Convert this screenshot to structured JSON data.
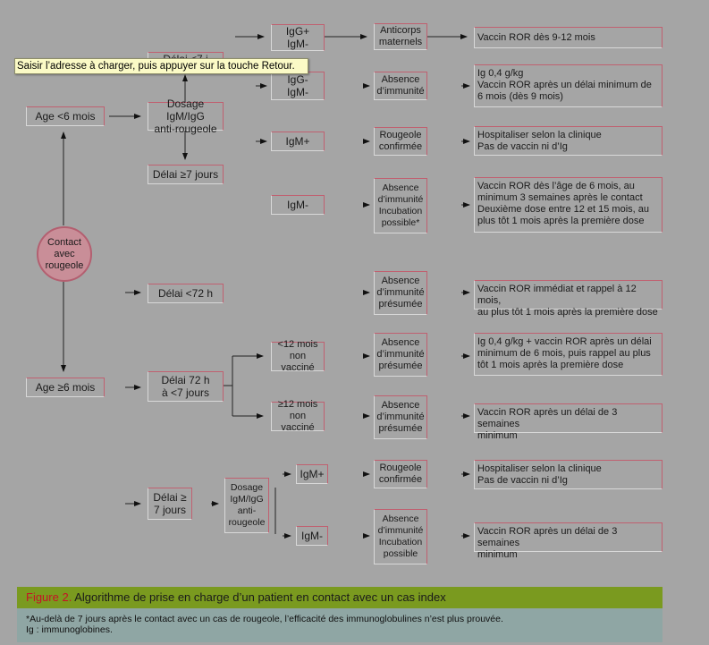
{
  "tooltip": "Saisir l’adresse à charger, puis appuyer sur la touche Retour.",
  "start": "Contact\navec\nrougeole",
  "age_lt6": "Age <6 mois",
  "age_ge6": "Age ≥6 mois",
  "delai_lt7_a": "Délai <7 j",
  "dosage_a": "Dosage IgM/IgG\nanti-rougeole",
  "delai_ge7_a": "Délai ≥7 jours",
  "igg_igm_neg": "IgG+\nIgM-",
  "igg_neg_igm_neg": "IgG-\nIgM-",
  "igm_pos_a": "IgM+",
  "igm_neg_a": "IgM-",
  "anticorps": "Anticorps\nmaternels",
  "absence1": "Absence\nd’immunité",
  "rougeole_conf_a": "Rougeole\nconfirmée",
  "absence_incub_a": "Absence\nd’immunité\nIncubation\npossible*",
  "r_vaccin_9_12": "Vaccin ROR dès 9-12 mois",
  "r_ig04": "Ig 0,4 g/kg\nVaccin ROR après un délai minimum de\n6 mois (dès 9 mois)",
  "r_hosp_a": "Hospitaliser selon la clinique\nPas de vaccin ni d’Ig",
  "r_vaccin_6m": "Vaccin ROR dès l’âge de 6 mois, au\nminimum 3 semaines après le contact\nDeuxième dose entre 12 et 15 mois, au\nplus tôt 1 mois après la première dose",
  "delai_lt72": "Délai <72 h",
  "absence_presumee_1": "Absence\nd’immunité\nprésumée",
  "r_immediat": "Vaccin ROR immédiat et rappel à 12 mois,\nau plus tôt 1 mois après la première dose",
  "delai_72_7": "Délai 72 h\nà <7 jours",
  "lt12_nv": "<12 mois\nnon vacciné",
  "ge12_nv": "≥12 mois\nnon vacciné",
  "absence_presumee_2": "Absence\nd’immunité\nprésumée",
  "absence_presumee_3": "Absence\nd’immunité\nprésumée",
  "r_ig_vaccin": "Ig 0,4 g/kg + vaccin ROR après un délai\nminimum de 6 mois, puis rappel au plus\ntôt 1 mois après la première dose",
  "r_3sem_a": "Vaccin ROR après un délai de 3 semaines\nminimum",
  "delai_ge7_b": "Délai ≥\n7 jours",
  "dosage_b": "Dosage\nIgM/IgG\nanti-\nrougeole",
  "igm_pos_b": "IgM+",
  "igm_neg_b": "IgM-",
  "rougeole_conf_b": "Rougeole\nconfirmée",
  "absence_incub_b": "Absence\nd’immunité\nIncubation\npossible",
  "r_hosp_b": "Hospitaliser selon la clinique\nPas de vaccin ni d’Ig",
  "r_3sem_b": "Vaccin ROR après un délai de 3 semaines\nminimum",
  "caption": {
    "fig_label": "Figure 2.",
    "title": " Algorithme de prise en charge d’un patient en contact avec un cas index"
  },
  "note": {
    "line1": "*Au-delà de 7 jours après le contact avec un cas de rougeole, l’efficacité des immunoglobulines n’est plus prouvée.",
    "line2": "Ig : immunoglobines."
  },
  "colors": {
    "box_top": "#c06070",
    "circle": "#c98e98",
    "caption_bar": "#7a9a1f",
    "note_bar": "#8fa6a4",
    "fig_label": "#c41426"
  }
}
